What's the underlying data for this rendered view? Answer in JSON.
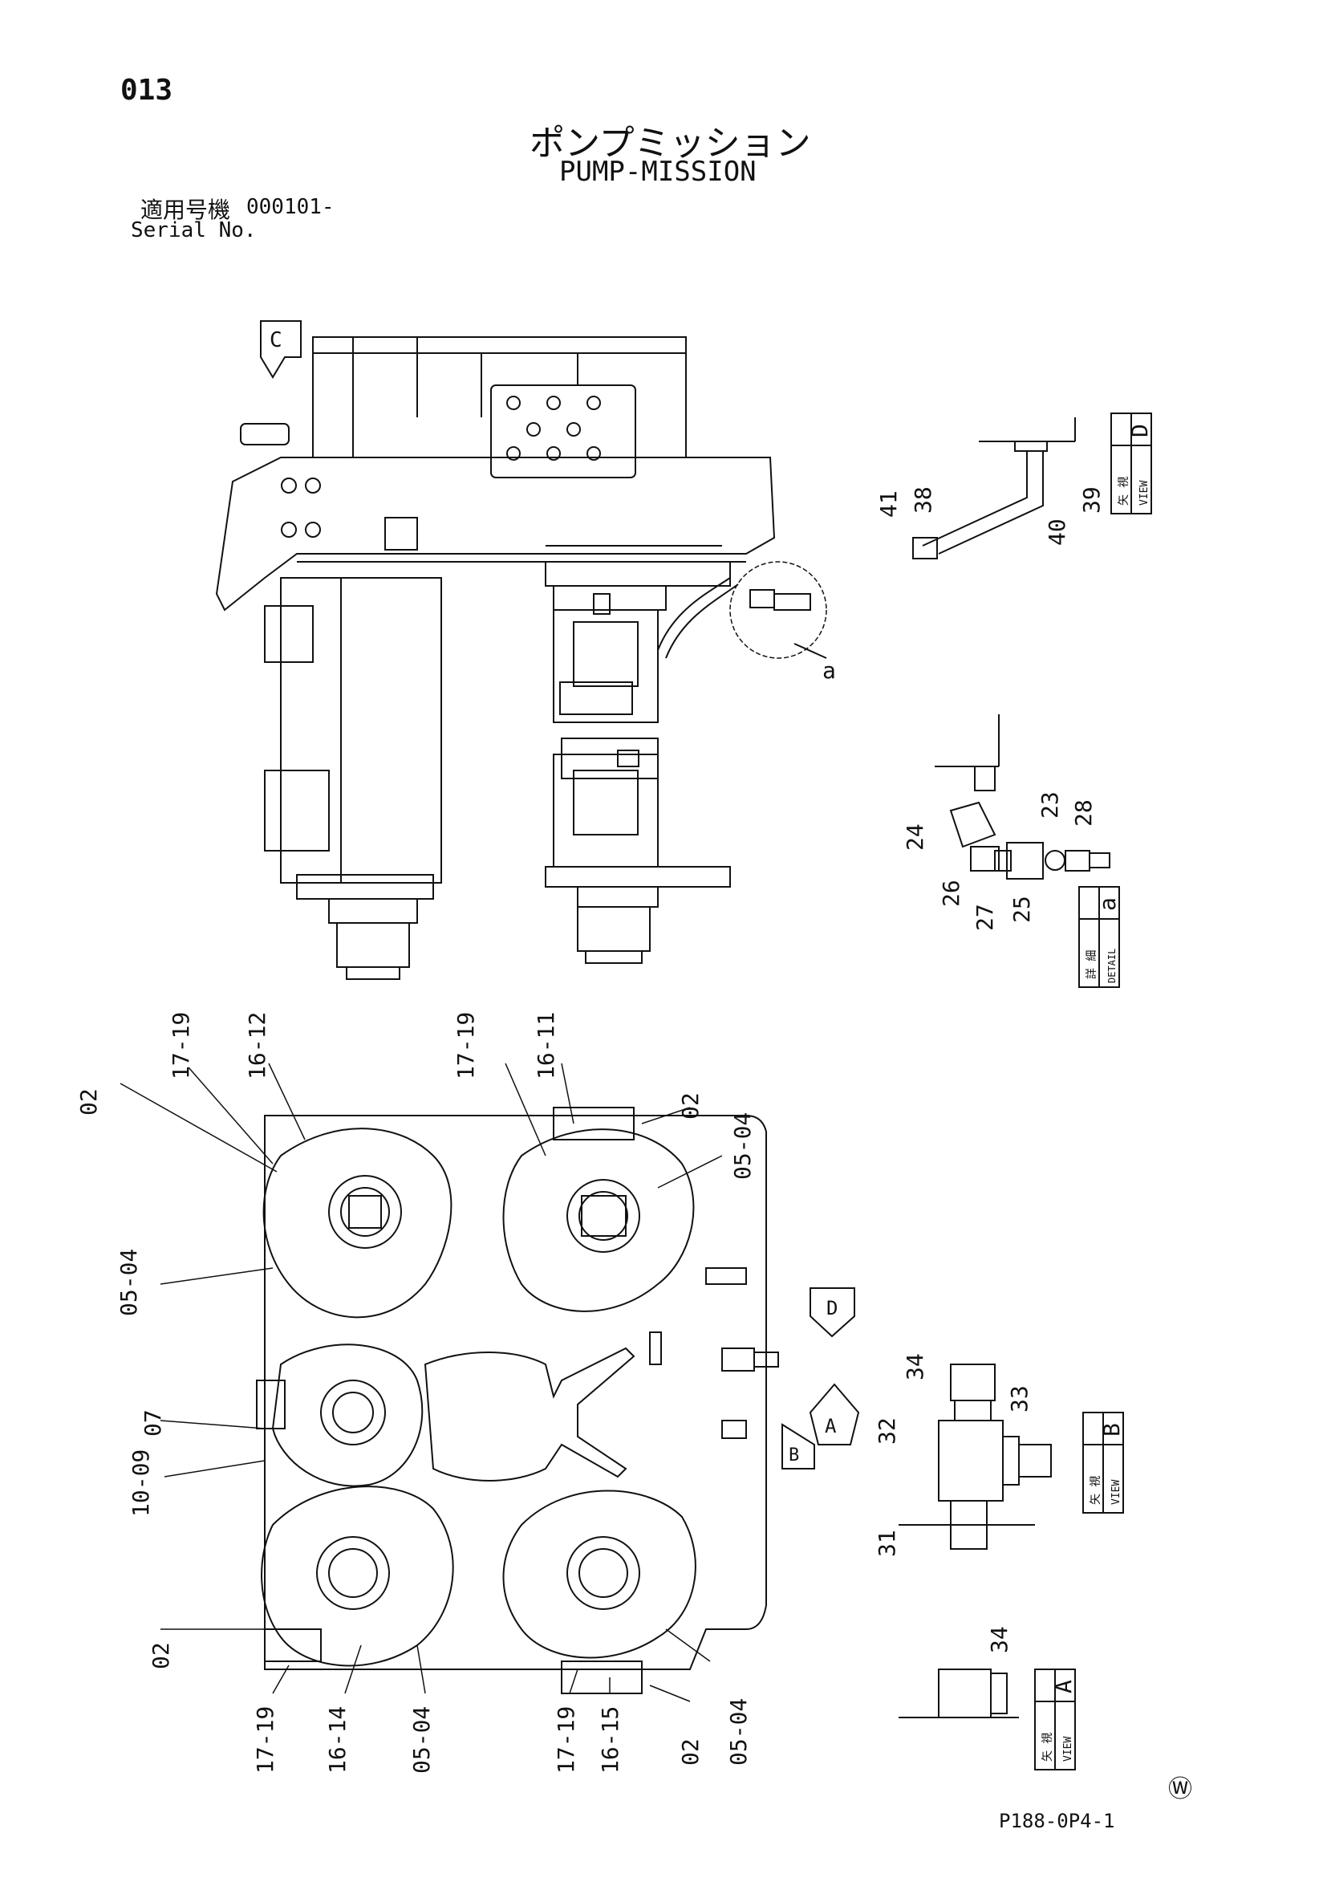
{
  "page": {
    "number": "013",
    "title_jp": "ポンプミッション",
    "title_en": "PUMP-MISSION",
    "serial_label_jp": "適用号機",
    "serial_value": "000101-",
    "serial_label_en": "Serial No.",
    "drawing_code": "P188-0P4-1",
    "maker_mark": "Ⓦ"
  },
  "views": {
    "view_label_jp": "矢 視",
    "view_label_en": "VIEW",
    "detail_label_jp": "詳 細",
    "detail_label_en": "DETAIL",
    "arrow_c": "C",
    "arrow_d": "D",
    "arrow_a": "A",
    "arrow_b": "B",
    "view_d": "D",
    "view_b": "B",
    "view_a": "A",
    "detail_a": "a",
    "callout_a": "a"
  },
  "callouts": {
    "c41": "41",
    "c38": "38",
    "c40": "40",
    "c39": "39",
    "c23": "23",
    "c28": "28",
    "c24": "24",
    "c26": "26",
    "c27": "27",
    "c25": "25",
    "top_17_19": "17-19",
    "top_16_12": "16-12",
    "top_02": "02",
    "mid_17_19": "17-19",
    "mid_16_11": "16-11",
    "mid_02": "02",
    "mid_05_04": "05-04",
    "left_05_04": "05-04",
    "c07": "07",
    "c10_09": "10-09",
    "c34b": "34",
    "c33": "33",
    "c32": "32",
    "c31": "31",
    "c34a": "34",
    "bl_02": "02",
    "bot_17_19a": "17-19",
    "bot_16_14": "16-14",
    "bot_05_04a": "05-04",
    "bot_17_19b": "17-19",
    "bot_16_15": "16-15",
    "bot_02": "02",
    "bot_05_04b": "05-04"
  }
}
